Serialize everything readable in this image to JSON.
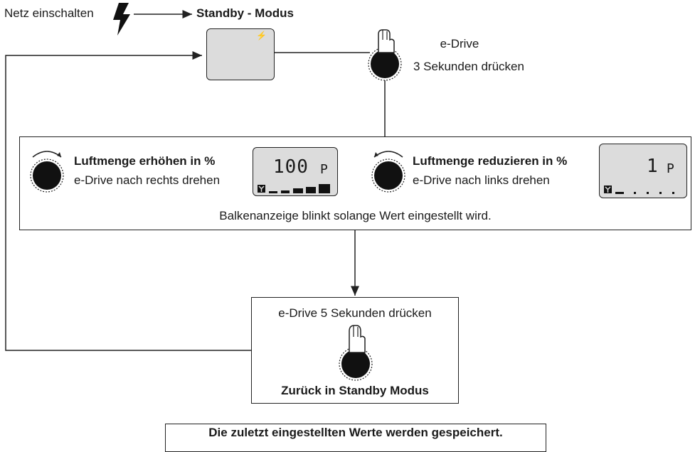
{
  "top": {
    "power_on": "Netz einschalten",
    "standby_mode": "Standby - Modus",
    "standby_lcd_icon": "⚡",
    "edrive_label": "e-Drive",
    "edrive_press": "3 Sekunden drücken"
  },
  "panel": {
    "increase_title": "Luftmenge erhöhen in %",
    "increase_desc": "e-Drive nach rechts drehen",
    "increase_lcd_value": "100",
    "increase_lcd_unit": "P",
    "decrease_title": "Luftmenge reduzieren in %",
    "decrease_desc": "e-Drive nach links drehen",
    "decrease_lcd_value": "1",
    "decrease_lcd_unit": "P",
    "note": "Balkenanzeige blinkt solange Wert eingestellt wird."
  },
  "return_box": {
    "press_text": "e-Drive 5 Sekunden drücken",
    "back_text": "Zurück in Standby Modus"
  },
  "footer": {
    "saved_text": "Die zuletzt eingestellten Werte werden gespeichert."
  },
  "colors": {
    "line": "#222222",
    "lcd_bg": "#dcdcdc",
    "knob": "#111111"
  }
}
